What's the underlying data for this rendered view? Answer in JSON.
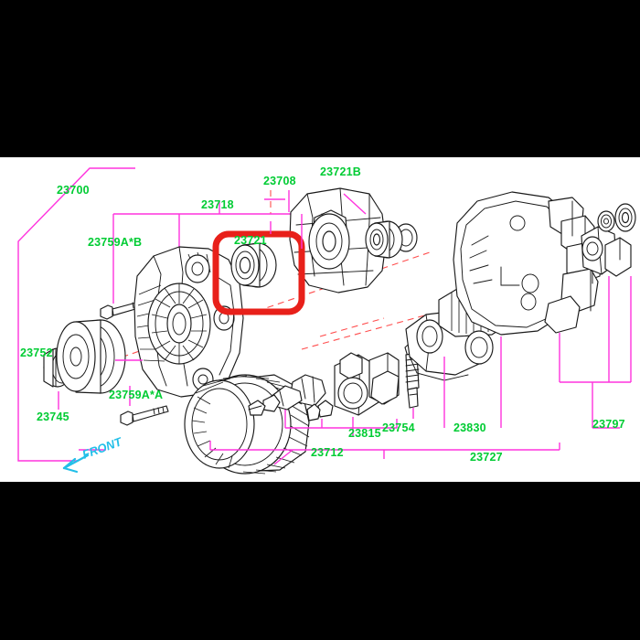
{
  "diagram": {
    "title": "Alternator exploded parts diagram",
    "background_color": "#ffffff",
    "letterbox_color": "#000000",
    "label_color": "#00cc33",
    "leader_color": "#ff33dd",
    "axis_color": "#ff4d4d",
    "highlight_color": "#e8201a",
    "front_marker_color": "#22bfe8",
    "front_marker_label": "FRONT"
  },
  "labels": {
    "assembly": "23700",
    "front_cover": "23718",
    "bolt_b": "23759A*B",
    "bearing_front": "23721",
    "rotor": "23708",
    "bearing_rear": "23721B",
    "pulley": "23752",
    "nut": "23745",
    "bolt_a": "23759A*A",
    "stator": "23712",
    "brush": "23754",
    "regulator": "23815",
    "rectifier": "23830",
    "rear_cover": "23727",
    "terminal": "23797"
  },
  "parts": [
    {
      "number": "23700",
      "name": "alternator-assembly",
      "kind": "bracket-label"
    },
    {
      "number": "23718",
      "name": "front-cover",
      "kind": "bracket-label"
    },
    {
      "number": "23759A*B",
      "name": "through-bolt-b",
      "kind": "leader-label"
    },
    {
      "number": "23721",
      "name": "front-bearing",
      "kind": "leader-label",
      "highlighted": true
    },
    {
      "number": "23708",
      "name": "rotor",
      "kind": "leader-label"
    },
    {
      "number": "23721B",
      "name": "rear-bearing",
      "kind": "leader-label"
    },
    {
      "number": "23752",
      "name": "pulley",
      "kind": "leader-label"
    },
    {
      "number": "23745",
      "name": "pulley-nut",
      "kind": "leader-label"
    },
    {
      "number": "23759A*A",
      "name": "through-bolt-a",
      "kind": "leader-label"
    },
    {
      "number": "23712",
      "name": "stator",
      "kind": "leader-label"
    },
    {
      "number": "23754",
      "name": "brush",
      "kind": "leader-label"
    },
    {
      "number": "23815",
      "name": "voltage-regulator",
      "kind": "bracket-label"
    },
    {
      "number": "23830",
      "name": "rectifier",
      "kind": "leader-label"
    },
    {
      "number": "23727",
      "name": "rear-cover-assembly",
      "kind": "bracket-label"
    },
    {
      "number": "23797",
      "name": "terminal-set",
      "kind": "bracket-label"
    }
  ]
}
